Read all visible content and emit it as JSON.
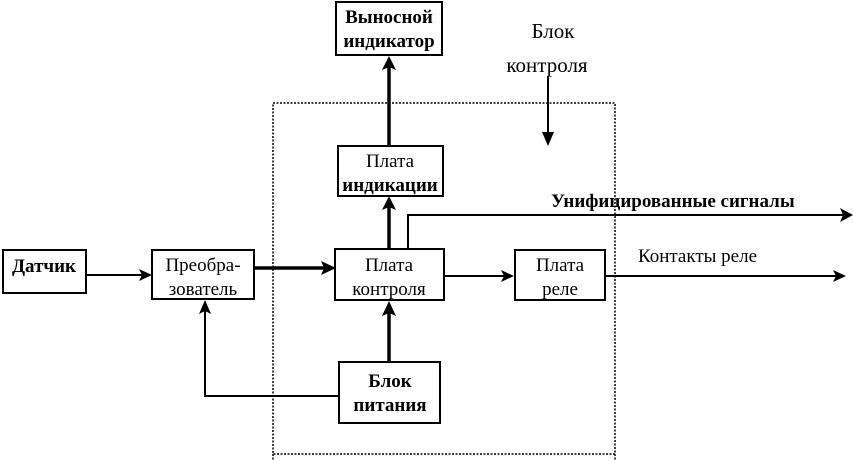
{
  "diagram": {
    "title_label": [
      "Блок",
      "контроля"
    ],
    "blocks": {
      "remote_indicator": [
        "Выносной",
        "индикатор"
      ],
      "indication_board": [
        "Плата",
        "индикации"
      ],
      "sensor": [
        "Датчик"
      ],
      "converter": [
        "Преобра-",
        "зователь"
      ],
      "control_board": [
        "Плата",
        "контроля"
      ],
      "relay_board": [
        "Плата",
        "реле"
      ],
      "power_supply": [
        "Блок",
        "питания"
      ]
    },
    "outputs": {
      "unified_signals": "Унифицированные сигналы",
      "relay_contacts": "Контакты реле"
    },
    "connections": [
      {
        "from": "sensor",
        "to": "converter"
      },
      {
        "from": "converter",
        "to": "control_board"
      },
      {
        "from": "control_board",
        "to": "indication_board"
      },
      {
        "from": "indication_board",
        "to": "remote_indicator"
      },
      {
        "from": "control_board",
        "to": "relay_board"
      },
      {
        "from": "control_board",
        "to": "unified_signals"
      },
      {
        "from": "relay_board",
        "to": "relay_contacts"
      },
      {
        "from": "power_supply",
        "to": "control_board"
      },
      {
        "from": "power_supply",
        "to": "converter"
      }
    ]
  }
}
